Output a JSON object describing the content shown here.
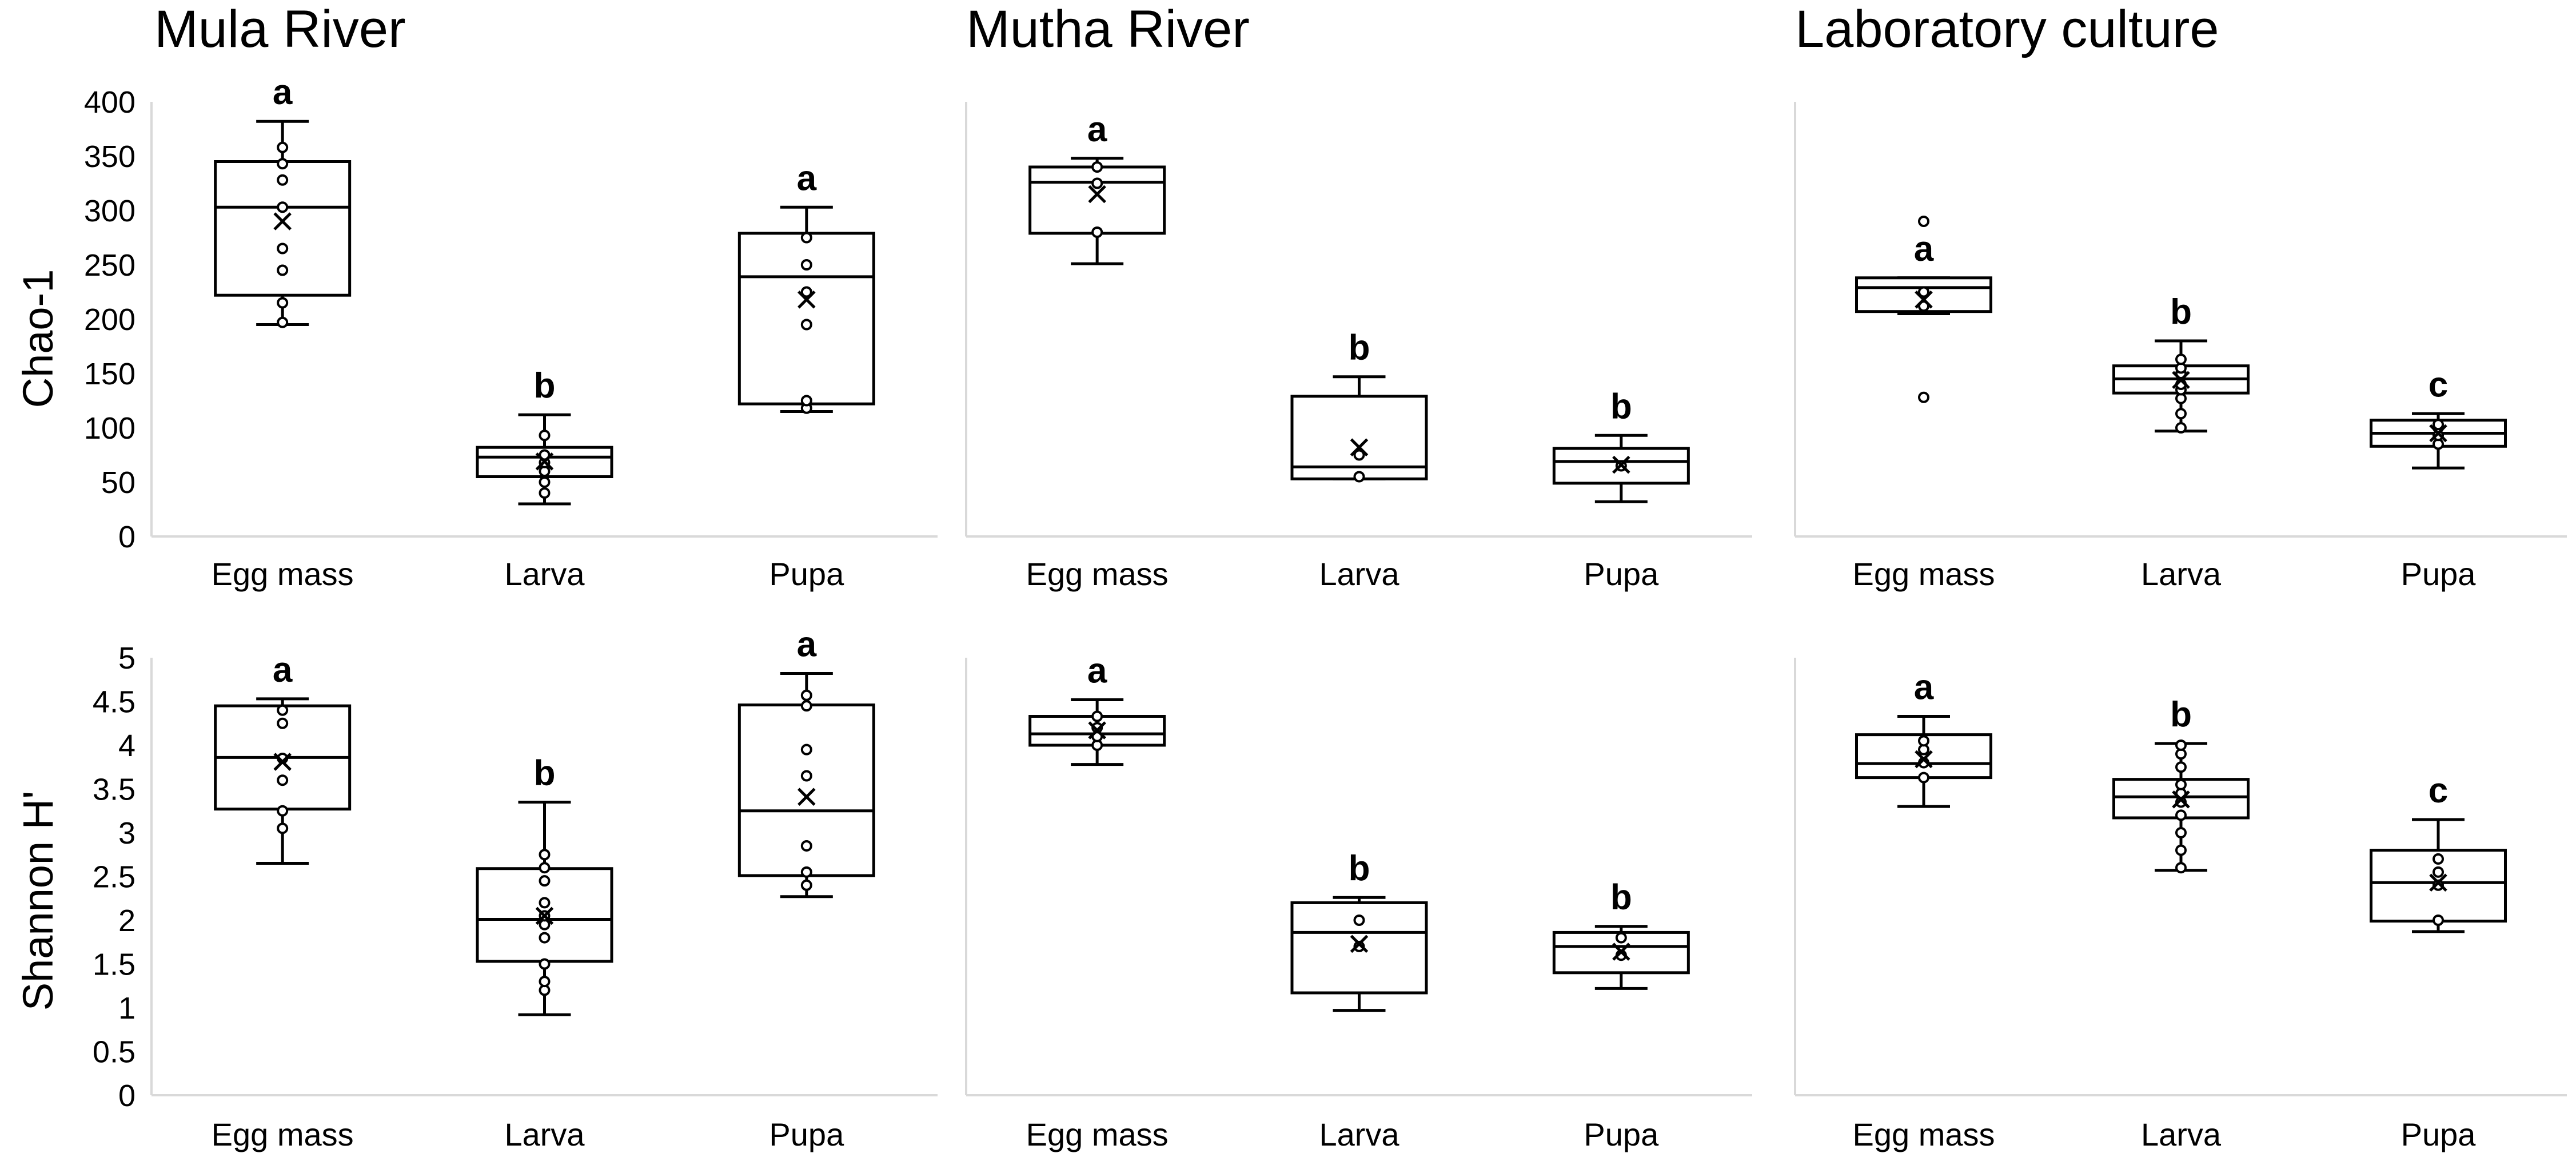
{
  "chart_data": {
    "type": "box",
    "columns": [
      "Mula River",
      "Mutha River",
      "Laboratory culture"
    ],
    "rows": [
      "Chao-1",
      "Shannon H'"
    ],
    "categories": [
      "Egg mass",
      "Larva",
      "Pupa"
    ],
    "y_axes": [
      {
        "ylabel": "Chao-1",
        "ylim": [
          0,
          400
        ],
        "ticks": [
          0,
          50,
          100,
          150,
          200,
          250,
          300,
          350,
          400
        ]
      },
      {
        "ylabel": "Shannon H'",
        "ylim": [
          0,
          5
        ],
        "ticks": [
          0,
          0.5,
          1,
          1.5,
          2,
          2.5,
          3,
          3.5,
          4,
          4.5,
          5
        ]
      }
    ],
    "panels": [
      {
        "title": "Mula River",
        "metric": "Chao-1",
        "boxes": [
          {
            "category": "Egg mass",
            "min": 195,
            "q1": 222,
            "median": 303,
            "q3": 345,
            "max": 382,
            "mean": 290,
            "points": [
              197,
              215,
              245,
              265,
              303,
              328,
              343,
              358
            ],
            "letter": "a"
          },
          {
            "category": "Larva",
            "min": 30,
            "q1": 55,
            "median": 73,
            "q3": 82,
            "max": 112,
            "mean": 69,
            "points": [
              40,
              50,
              60,
              68,
              75,
              93
            ],
            "letter": "b"
          },
          {
            "category": "Pupa",
            "min": 115,
            "q1": 122,
            "median": 239,
            "q3": 279,
            "max": 303,
            "mean": 218,
            "points": [
              118,
              125,
              195,
              225,
              250,
              275
            ],
            "letter": "a"
          }
        ]
      },
      {
        "title": "Mutha River",
        "metric": "Chao-1",
        "boxes": [
          {
            "category": "Egg mass",
            "min": 251,
            "q1": 279,
            "median": 326,
            "q3": 340,
            "max": 348,
            "mean": 315,
            "points": [
              280,
              325,
              340
            ],
            "letter": "a"
          },
          {
            "category": "Larva",
            "min": 53,
            "q1": 53,
            "median": 64,
            "q3": 129,
            "max": 147,
            "mean": 82,
            "points": [
              55,
              75
            ],
            "letter": "b"
          },
          {
            "category": "Pupa",
            "min": 32,
            "q1": 49,
            "median": 69,
            "q3": 81,
            "max": 93,
            "mean": 66,
            "points": [
              65
            ],
            "letter": "b"
          }
        ]
      },
      {
        "title": "Laboratory culture",
        "metric": "Chao-1",
        "boxes": [
          {
            "category": "Egg mass",
            "min": 205,
            "q1": 207,
            "median": 229,
            "q3": 238,
            "max": 238,
            "mean": 218,
            "points": [
              128,
              212,
              225,
              290
            ],
            "letter": "a"
          },
          {
            "category": "Larva",
            "min": 97,
            "q1": 132,
            "median": 145,
            "q3": 157,
            "max": 180,
            "mean": 144,
            "points": [
              100,
              113,
              127,
              135,
              140,
              150,
              155,
              163
            ],
            "letter": "b"
          },
          {
            "category": "Pupa",
            "min": 63,
            "q1": 83,
            "median": 95,
            "q3": 107,
            "max": 113,
            "mean": 95,
            "points": [
              85,
              93,
              100,
              103
            ],
            "letter": "c"
          }
        ]
      },
      {
        "title": "Mula River",
        "metric": "Shannon H'",
        "boxes": [
          {
            "category": "Egg mass",
            "min": 2.65,
            "q1": 3.27,
            "median": 3.86,
            "q3": 4.45,
            "max": 4.53,
            "mean": 3.81,
            "points": [
              3.05,
              3.25,
              3.6,
              3.85,
              4.25,
              4.4
            ],
            "letter": "a"
          },
          {
            "category": "Larva",
            "min": 0.92,
            "q1": 1.53,
            "median": 2.01,
            "q3": 2.59,
            "max": 3.35,
            "mean": 2.05,
            "points": [
              1.2,
              1.3,
              1.5,
              1.8,
              1.95,
              2.05,
              2.2,
              2.45,
              2.6,
              2.75
            ],
            "letter": "b"
          },
          {
            "category": "Pupa",
            "min": 2.27,
            "q1": 2.51,
            "median": 3.25,
            "q3": 4.46,
            "max": 4.82,
            "mean": 3.41,
            "points": [
              2.4,
              2.55,
              2.85,
              3.65,
              3.95,
              4.45,
              4.57
            ],
            "letter": "a"
          }
        ]
      },
      {
        "title": "Mutha River",
        "metric": "Shannon H'",
        "boxes": [
          {
            "category": "Egg mass",
            "min": 3.78,
            "q1": 4.0,
            "median": 4.13,
            "q3": 4.33,
            "max": 4.52,
            "mean": 4.17,
            "points": [
              4.0,
              4.1,
              4.2,
              4.33
            ],
            "letter": "a"
          },
          {
            "category": "Larva",
            "min": 0.97,
            "q1": 1.17,
            "median": 1.86,
            "q3": 2.2,
            "max": 2.26,
            "mean": 1.73,
            "points": [
              1.7,
              2.0
            ],
            "letter": "b"
          },
          {
            "category": "Pupa",
            "min": 1.22,
            "q1": 1.4,
            "median": 1.7,
            "q3": 1.86,
            "max": 1.93,
            "mean": 1.64,
            "points": [
              1.6,
              1.8
            ],
            "letter": "b"
          }
        ]
      },
      {
        "title": "Laboratory culture",
        "metric": "Shannon H'",
        "boxes": [
          {
            "category": "Egg mass",
            "min": 3.3,
            "q1": 3.63,
            "median": 3.79,
            "q3": 4.12,
            "max": 4.33,
            "mean": 3.84,
            "points": [
              3.63,
              3.8,
              3.95,
              4.05
            ],
            "letter": "a"
          },
          {
            "category": "Larva",
            "min": 2.57,
            "q1": 3.17,
            "median": 3.41,
            "q3": 3.61,
            "max": 4.02,
            "mean": 3.38,
            "points": [
              2.6,
              2.8,
              3.0,
              3.2,
              3.35,
              3.45,
              3.55,
              3.75,
              3.9,
              4.0
            ],
            "letter": "b"
          },
          {
            "category": "Pupa",
            "min": 1.87,
            "q1": 1.99,
            "median": 2.43,
            "q3": 2.8,
            "max": 3.15,
            "mean": 2.43,
            "points": [
              2.0,
              2.4,
              2.55,
              2.7
            ],
            "letter": "c"
          }
        ]
      }
    ]
  }
}
